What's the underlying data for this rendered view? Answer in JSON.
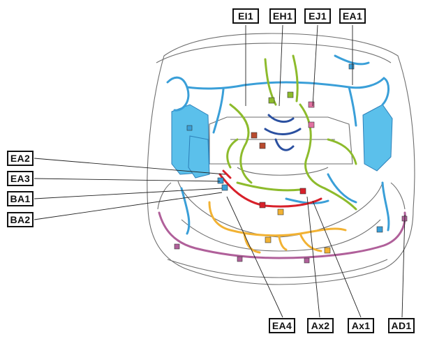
{
  "colors": {
    "outline": "#555555",
    "blue_harness": "#3a9fd8",
    "blue_fill": "#5bc0eb",
    "green_harness": "#8dbb2c",
    "yellow_harness": "#f2b233",
    "red_harness": "#d8202a",
    "purple_harness": "#b0609a",
    "dark_blue": "#2b50a0",
    "brown": "#b84a2e"
  },
  "labels": {
    "top": [
      "EI1",
      "EH1",
      "EJ1",
      "EA1"
    ],
    "left": [
      "EA2",
      "EA3",
      "BA1",
      "BA2"
    ],
    "bottom": [
      "EA4",
      "Ax2",
      "Ax1",
      "AD1"
    ]
  }
}
